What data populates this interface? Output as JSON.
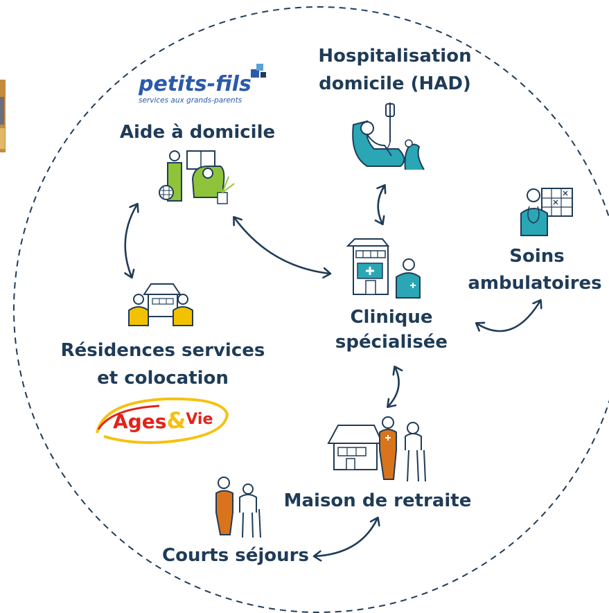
{
  "colors": {
    "text": "#1f3b57",
    "line": "#1f3b57",
    "teal": "#2aa6b5",
    "green": "#8fc43a",
    "yellow": "#f2c200",
    "orange": "#d9741c",
    "petits_fils_blue": "#2b5aa8",
    "ages_red": "#e2231a",
    "ages_yellow": "#f6c10e"
  },
  "nodes": {
    "had": [
      "Hospitalisation",
      "domicile (HAD)"
    ],
    "aide": "Aide à domicile",
    "soins": [
      "Soins",
      "ambulatoires"
    ],
    "clinique": [
      "Clinique",
      "spécialisée"
    ],
    "residences": [
      "Résidences services",
      "et colocation"
    ],
    "maison": "Maison de retraite",
    "courts": "Courts séjours"
  },
  "logos": {
    "petits_fils": {
      "name": "petits-fils",
      "tagline": "services aux grands-parents"
    },
    "ages_vie": {
      "part1": "Ages",
      "amp": "&",
      "part2": "Vie"
    }
  },
  "icons": [
    "had-patient-icon",
    "aide-domicile-icon",
    "soins-doctor-icon",
    "clinique-building-icon",
    "residences-house-icon",
    "maison-retraite-icon",
    "courts-sejours-icon"
  ]
}
